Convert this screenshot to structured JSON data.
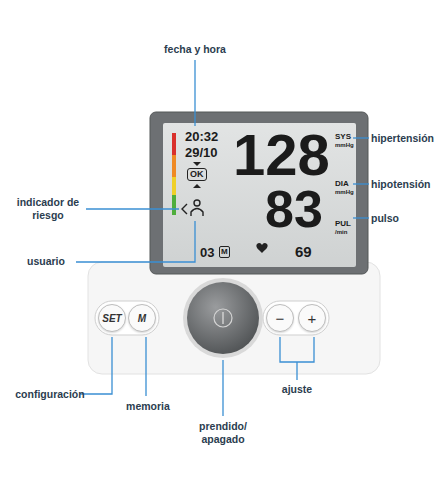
{
  "diagram": {
    "nodes": [
      {
        "text": [
          "20:32",
          "29/10",
          "128",
          "SYS",
          "mmHg",
          "83",
          "DIA",
          "mmHg",
          "03",
          "69",
          "PUL",
          "/min"
        ]
      },
      {
        "text": [
          "OK"
        ],
        "in": 0
      },
      {
        "text": [
          "M"
        ],
        "in": 0
      },
      {
        "text": [
          "SET"
        ]
      },
      {
        "text": [
          "M"
        ]
      },
      {
        "text": [
          "−"
        ]
      },
      {
        "text": [
          "+"
        ]
      }
    ],
    "labels": [
      "fecha y hora",
      "hipertensión",
      "hipotensión",
      "indicador de riesgo",
      "pulso",
      "usuario",
      "configuración",
      "memoria",
      "prendido/ apagado",
      "ajuste"
    ]
  }
}
